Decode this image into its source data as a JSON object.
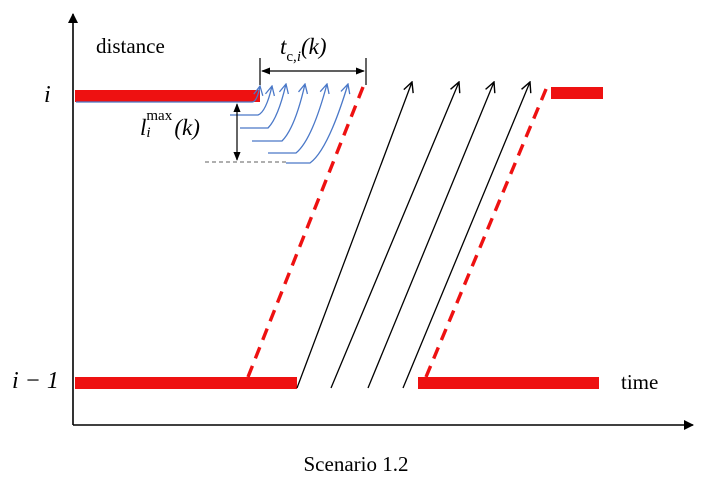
{
  "axes": {
    "y_label": "distance",
    "x_label": "time"
  },
  "ticks": {
    "upper": "i",
    "lower": "i − 1"
  },
  "annotations": {
    "tc": {
      "base": "t",
      "sub_c": "c,",
      "sub_i": "i",
      "arg": "(k)"
    },
    "lmax": {
      "base": "l",
      "sup": "max",
      "sub": "i",
      "arg": "(k)"
    }
  },
  "caption": "Scenario 1.2",
  "colors": {
    "axis": "#000000",
    "signal_red": "#ee1111",
    "queue_blue": "#4a78c8",
    "trajectory": "#000000",
    "reference": "#7f7f7f"
  }
}
